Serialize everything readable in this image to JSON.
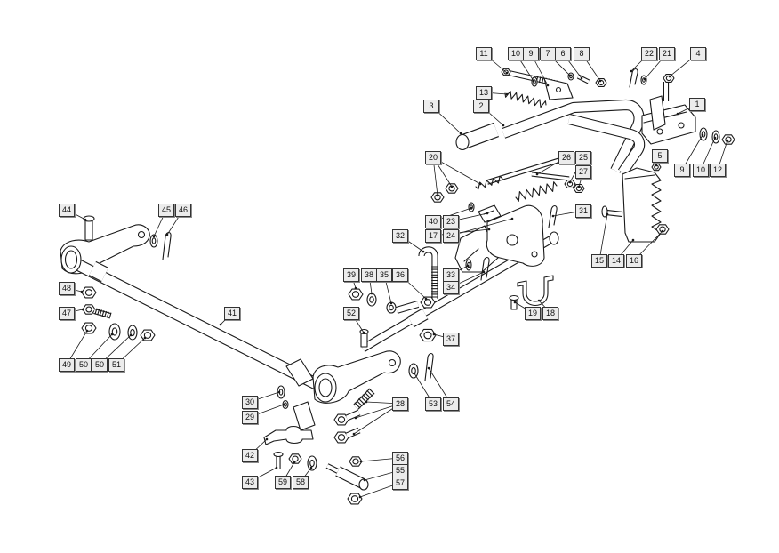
{
  "callouts": [
    "11",
    "10",
    "9",
    "7",
    "6",
    "8",
    "22",
    "21",
    "4",
    "13",
    "3",
    "2",
    "1",
    "9",
    "10",
    "12",
    "20",
    "26",
    "25",
    "27",
    "5",
    "40",
    "23",
    "31",
    "17",
    "24",
    "32",
    "15",
    "14",
    "16",
    "33",
    "34",
    "39",
    "38",
    "35",
    "36",
    "19",
    "18",
    "44",
    "45",
    "46",
    "48",
    "47",
    "41",
    "52",
    "37",
    "49",
    "50",
    "50",
    "51",
    "30",
    "29",
    "28",
    "53",
    "54",
    "42",
    "56",
    "55",
    "43",
    "59",
    "58",
    "57"
  ]
}
